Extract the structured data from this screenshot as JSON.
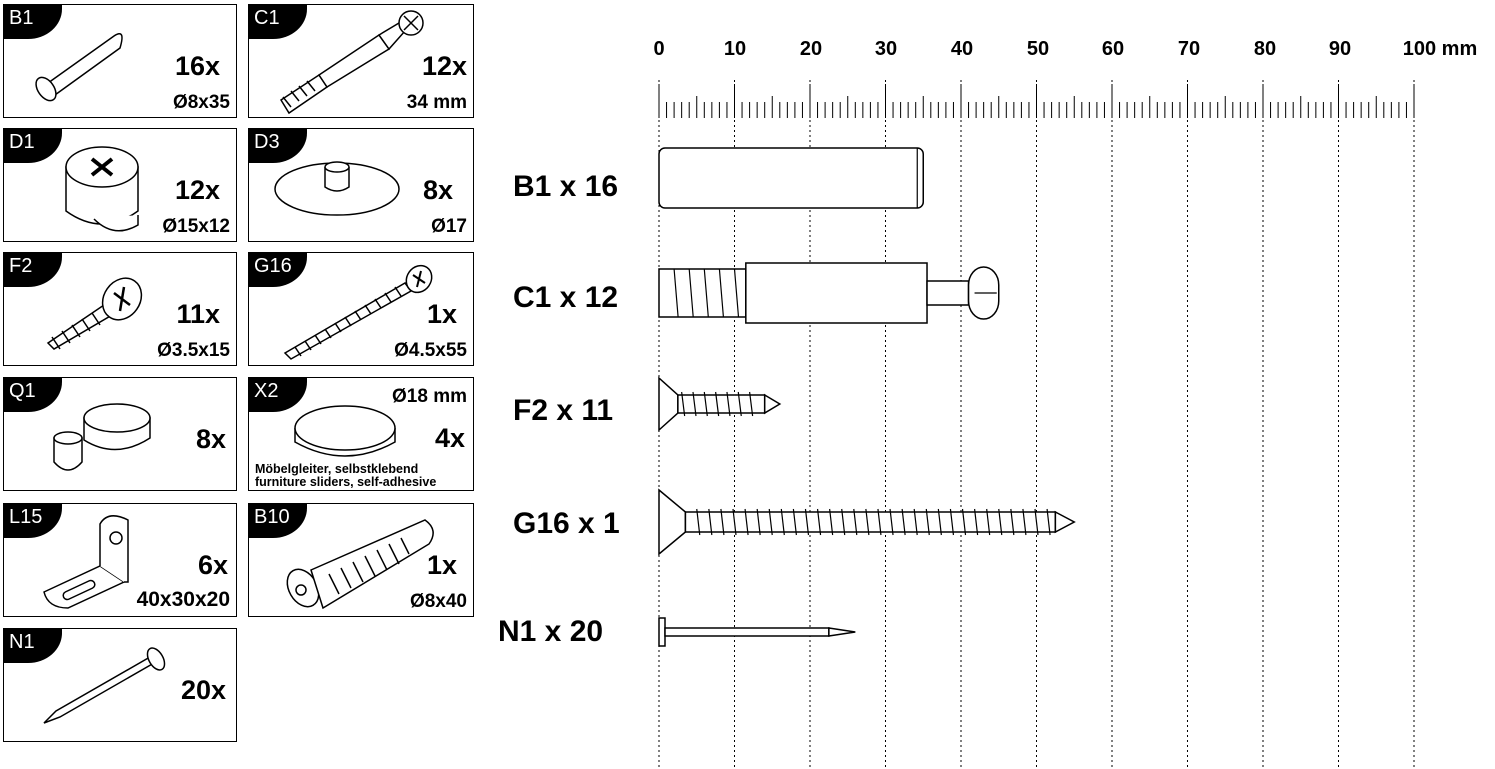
{
  "parts": [
    {
      "code": "B1",
      "qty": "16x",
      "dim": "Ø8x35",
      "icon": "dowel-icon"
    },
    {
      "code": "C1",
      "qty": "12x",
      "dim": "34 mm",
      "icon": "cam-bolt-icon"
    },
    {
      "code": "D1",
      "qty": "12x",
      "dim": "Ø15x12",
      "icon": "cam-lock-icon"
    },
    {
      "code": "D3",
      "qty": "8x",
      "dim": "Ø17",
      "icon": "bumper-pad-icon"
    },
    {
      "code": "F2",
      "qty": "11x",
      "dim": "Ø3.5x15",
      "icon": "short-screw-icon"
    },
    {
      "code": "G16",
      "qty": "1x",
      "dim": "Ø4.5x55",
      "icon": "long-screw-icon"
    },
    {
      "code": "Q1",
      "qty": "8x",
      "dim": "",
      "icon": "shelf-pin-icon"
    },
    {
      "code": "X2",
      "qty": "4x",
      "dim": "Ø18 mm",
      "icon": "furniture-slider-icon",
      "note1": "Möbelgleiter, selbstklebend",
      "note2": "furniture sliders, self-adhesive"
    },
    {
      "code": "L15",
      "qty": "6x",
      "dim": "40x30x20",
      "icon": "angle-bracket-icon"
    },
    {
      "code": "B10",
      "qty": "1x",
      "dim": "Ø8x40",
      "icon": "wall-plug-icon"
    },
    {
      "code": "N1",
      "qty": "20x",
      "dim": "",
      "icon": "nail-icon"
    }
  ],
  "ruler": {
    "ticks": [
      "0",
      "10",
      "20",
      "30",
      "40",
      "50",
      "60",
      "70",
      "80",
      "90",
      "100 mm"
    ],
    "values": [
      0,
      10,
      20,
      30,
      40,
      50,
      60,
      70,
      80,
      90,
      100
    ],
    "unit": "mm"
  },
  "rows": [
    {
      "label": "B1 x 16",
      "length": 35
    },
    {
      "label": "C1 x 12",
      "length": 45
    },
    {
      "label": "F2 x 11",
      "length": 16
    },
    {
      "label": "G16 x 1",
      "length": 55
    },
    {
      "label": "N1 x 20",
      "length": 26
    }
  ]
}
